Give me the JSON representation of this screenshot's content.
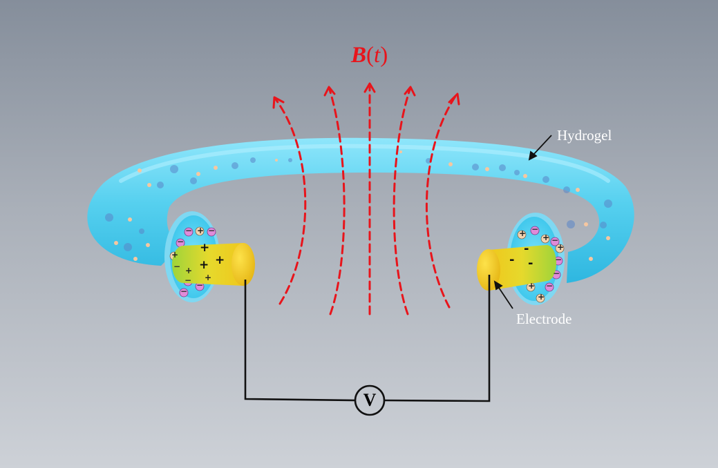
{
  "labels": {
    "field_symbol": "B",
    "field_paren_open": "(",
    "field_variable": "t",
    "field_paren_close": ")",
    "hydrogel": "Hydrogel",
    "electrode": "Electrode",
    "voltmeter": "V"
  },
  "charges": {
    "plus": "+",
    "minus": "−",
    "plus_bold": "+",
    "minus_bold": "-"
  },
  "colors": {
    "field_lines": "#e8141b",
    "hydrogel": "#54cfee",
    "electrode": "#e6cc2a",
    "wire": "#111111",
    "negative_ion": "#e08bd9"
  }
}
